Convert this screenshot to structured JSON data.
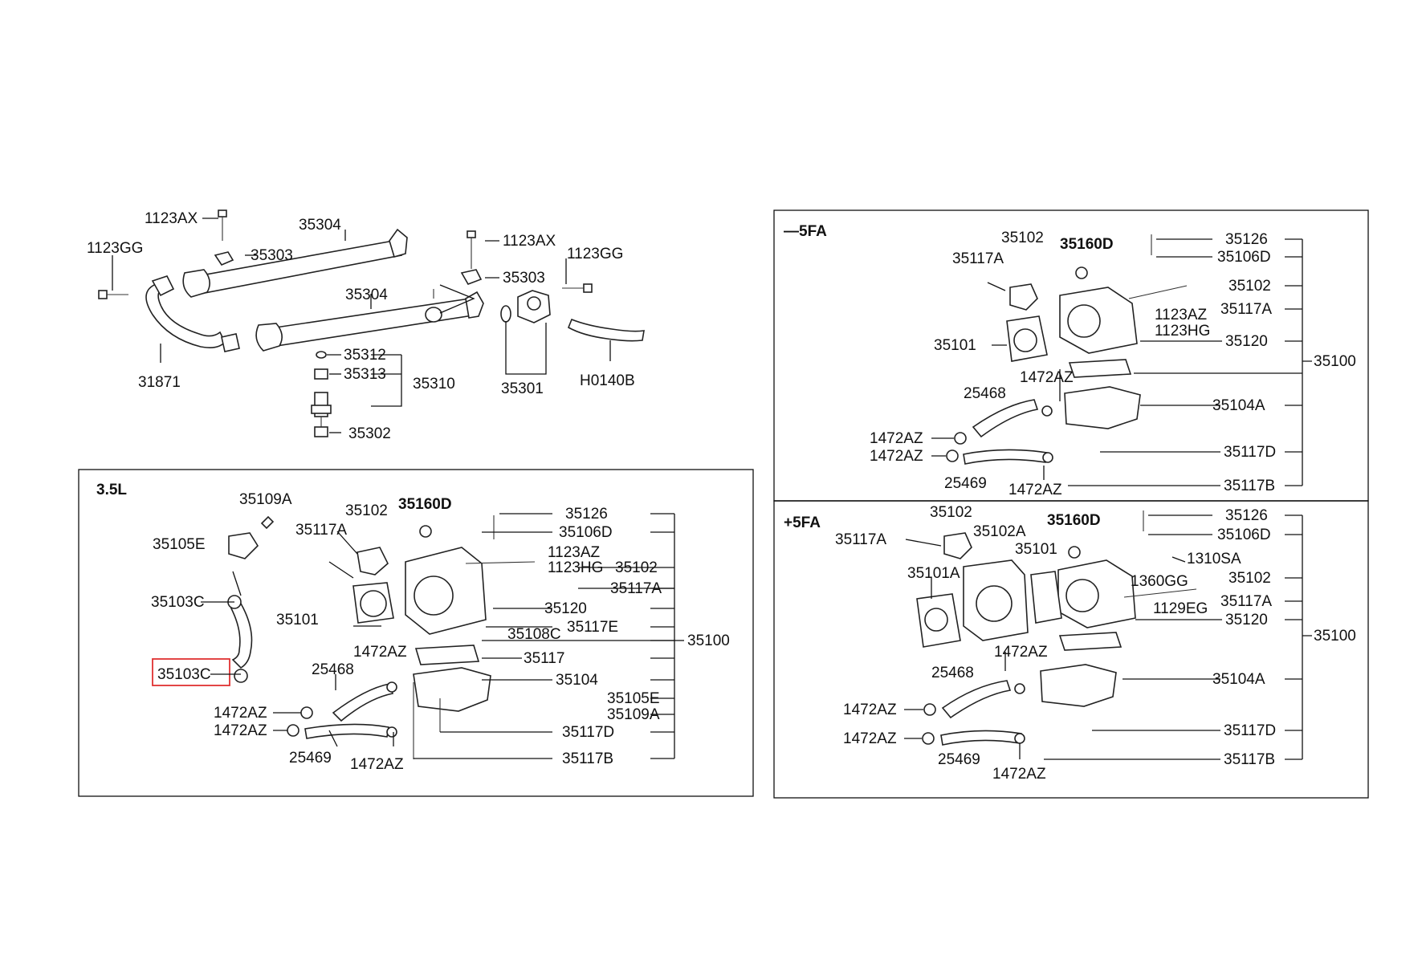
{
  "top_group": {
    "labels": {
      "bolt_a1": "1123AX",
      "bolt_a2": "1123AX",
      "bolt_g1": "1123GG",
      "bolt_g2": "1123GG",
      "rail_upper": "35304",
      "rail_lower": "35304",
      "bracket_1": "35303",
      "bracket_2": "35303",
      "oring_1": "35312",
      "spacer": "35313",
      "injector_group": "35310",
      "cap": "35302",
      "pipe": "31871",
      "regulator": "35301",
      "hose": "H0140B"
    }
  },
  "panels": [
    {
      "title": "3.5L",
      "labels": {
        "p1": "35109A",
        "p2": "35105E",
        "p3": "35102",
        "p4": "35160D",
        "p5": "35117A",
        "p6": "35126",
        "p7": "35106D",
        "p8": "1123AZ",
        "p9": "1123HG",
        "p10": "35102",
        "p11": "35117A",
        "p12": "35103C",
        "p13": "35101",
        "p14": "35120",
        "p15": "35117E",
        "p16": "35108C",
        "p17": "35100",
        "p18": "1472AZ",
        "p19": "35117",
        "p20": "35103C",
        "p21": "25468",
        "p22": "35104",
        "p23": "35105E",
        "p24": "35109A",
        "p25": "1472AZ",
        "p26": "1472AZ",
        "p27": "35117D",
        "p28": "25469",
        "p29": "1472AZ",
        "p30": "35117B"
      }
    },
    {
      "title": "—5FA",
      "labels": {
        "p1": "35102",
        "p2": "35160D",
        "p3": "35126",
        "p4": "35117A",
        "p5": "35106D",
        "p6": "35102",
        "p7": "1123AZ",
        "p8": "35117A",
        "p9": "1123HG",
        "p10": "35101",
        "p11": "35120",
        "p12": "35100",
        "p13": "1472AZ",
        "p14": "25468",
        "p15": "35104A",
        "p16": "1472AZ",
        "p17": "1472AZ",
        "p18": "35117D",
        "p19": "25469",
        "p20": "1472AZ",
        "p21": "35117B"
      }
    },
    {
      "title": "+5FA",
      "labels": {
        "p1": "35102",
        "p2": "35160D",
        "p3": "35126",
        "p4": "35102A",
        "p5": "35117A",
        "p6": "35101",
        "p7": "35106D",
        "p8": "1310SA",
        "p9": "35101A",
        "p10": "35102",
        "p11": "1360GG",
        "p12": "35117A",
        "p13": "1129EG",
        "p14": "35120",
        "p15": "35100",
        "p16": "1472AZ",
        "p17": "25468",
        "p18": "35104A",
        "p19": "1472AZ",
        "p20": "1472AZ",
        "p21": "35117D",
        "p22": "25469",
        "p23": "1472AZ",
        "p24": "35117B"
      }
    }
  ],
  "colors": {
    "ink": "#111111",
    "highlight": "#e03131",
    "background": "#ffffff"
  }
}
